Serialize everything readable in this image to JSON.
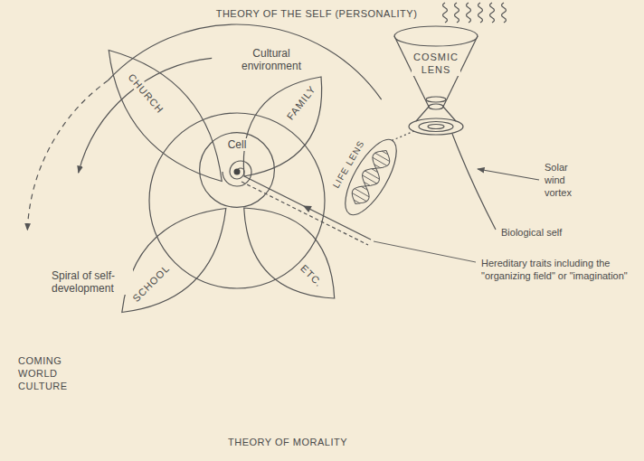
{
  "diagram": {
    "title": "THEORY OF THE SELF (PERSONALITY)",
    "nodes": [
      {
        "text": [
          "CHURCH"
        ]
      },
      {
        "text": [
          "FAMILY"
        ]
      },
      {
        "text": [
          "COSMIC LENS"
        ]
      },
      {
        "text": [
          "Cell"
        ]
      },
      {
        "text": [
          "LIFE LENS"
        ]
      },
      {
        "text": [
          "SCHOOL"
        ]
      },
      {
        "text": [
          "ETC."
        ]
      }
    ],
    "edges": [
      {
        "from": 2,
        "to": 4,
        "arrow": "none"
      }
    ],
    "labels": [
      "Cultural environment",
      "Solar wind vortex",
      "Biological self",
      "Spiral of self-development",
      "Hereditary traits including the \"organizing field\" or \"imagination\"",
      "COMING WORLD CULTURE",
      "THEORY OF MORALITY"
    ]
  }
}
